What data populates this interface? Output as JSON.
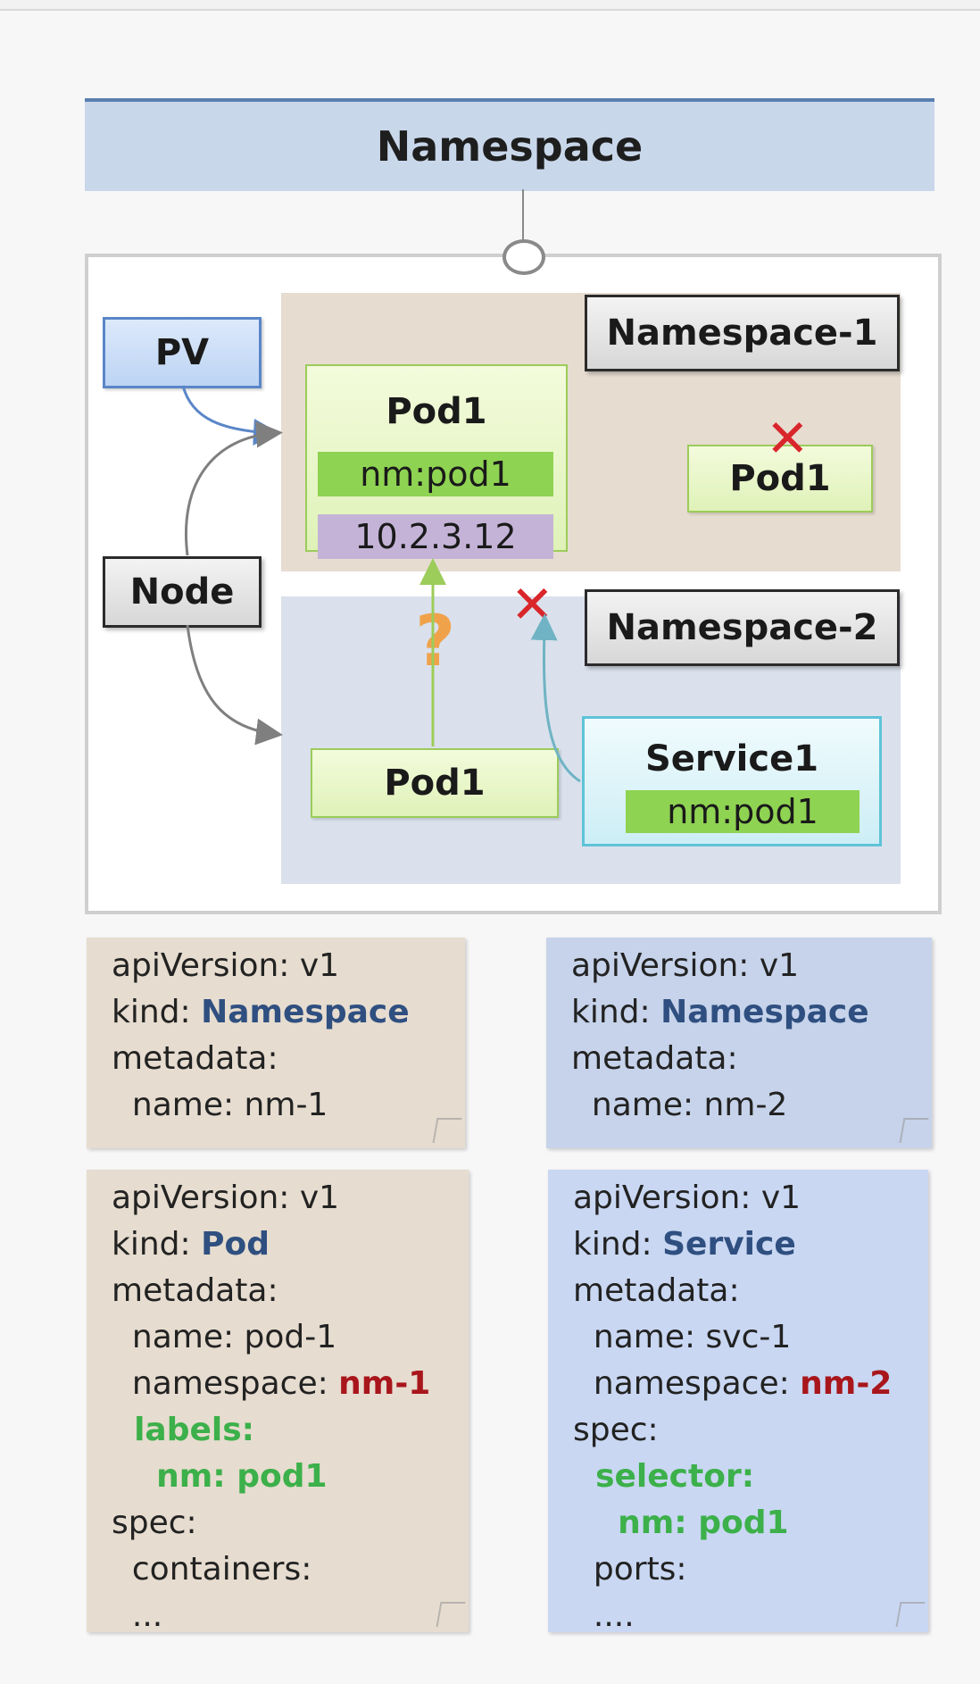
{
  "diagram": {
    "title": "Namespace",
    "namespace1_label": "Namespace-1",
    "namespace2_label": "Namespace-2",
    "pv_label": "PV",
    "node_label": "Node",
    "pod_main": {
      "name": "Pod1",
      "label": "nm:pod1",
      "ip": "10.2.3.12"
    },
    "pod_ns1_duplicate": "Pod1",
    "pod_ns2": "Pod1",
    "service": {
      "name": "Service1",
      "selector": "nm:pod1"
    },
    "question_mark": "?",
    "x_mark": "✕",
    "colors": {
      "title_bar": "#c9d7ea",
      "ns1_bg": "#e6dcd0",
      "ns2_bg": "#dae1ec",
      "label_green": "#8fd352",
      "ip_purple": "#c4b3d6",
      "x_red": "#d9262b",
      "question_orange": "#f0a24b"
    }
  },
  "yaml": {
    "ns1": [
      "apiVersion: v1",
      "kind: ",
      "Namespace",
      "metadata:",
      "  name: nm-1"
    ],
    "ns2": [
      "apiVersion: v1",
      "kind: ",
      "Namespace",
      "metadata:",
      "  name: nm-2"
    ],
    "pod": {
      "l1": "apiVersion: v1",
      "l2a": "kind: ",
      "l2b": "Pod",
      "l3": "metadata:",
      "l4": "  name: pod-1",
      "l5a": "  namespace: ",
      "l5b": "nm-1",
      "l6": "  labels:",
      "l7": "    nm: pod1",
      "l8": "spec:",
      "l9": "  containers:",
      "l10": "  ..."
    },
    "service": {
      "l1": "apiVersion: v1",
      "l2a": "kind: ",
      "l2b": "Service",
      "l3": "metadata:",
      "l4": "  name: svc-1",
      "l5a": "  namespace: ",
      "l5b": "nm-2",
      "l6": "spec:",
      "l7": "  selector:",
      "l8": "    nm: pod1",
      "l9": "  ports:",
      "l10": "  ...."
    }
  }
}
